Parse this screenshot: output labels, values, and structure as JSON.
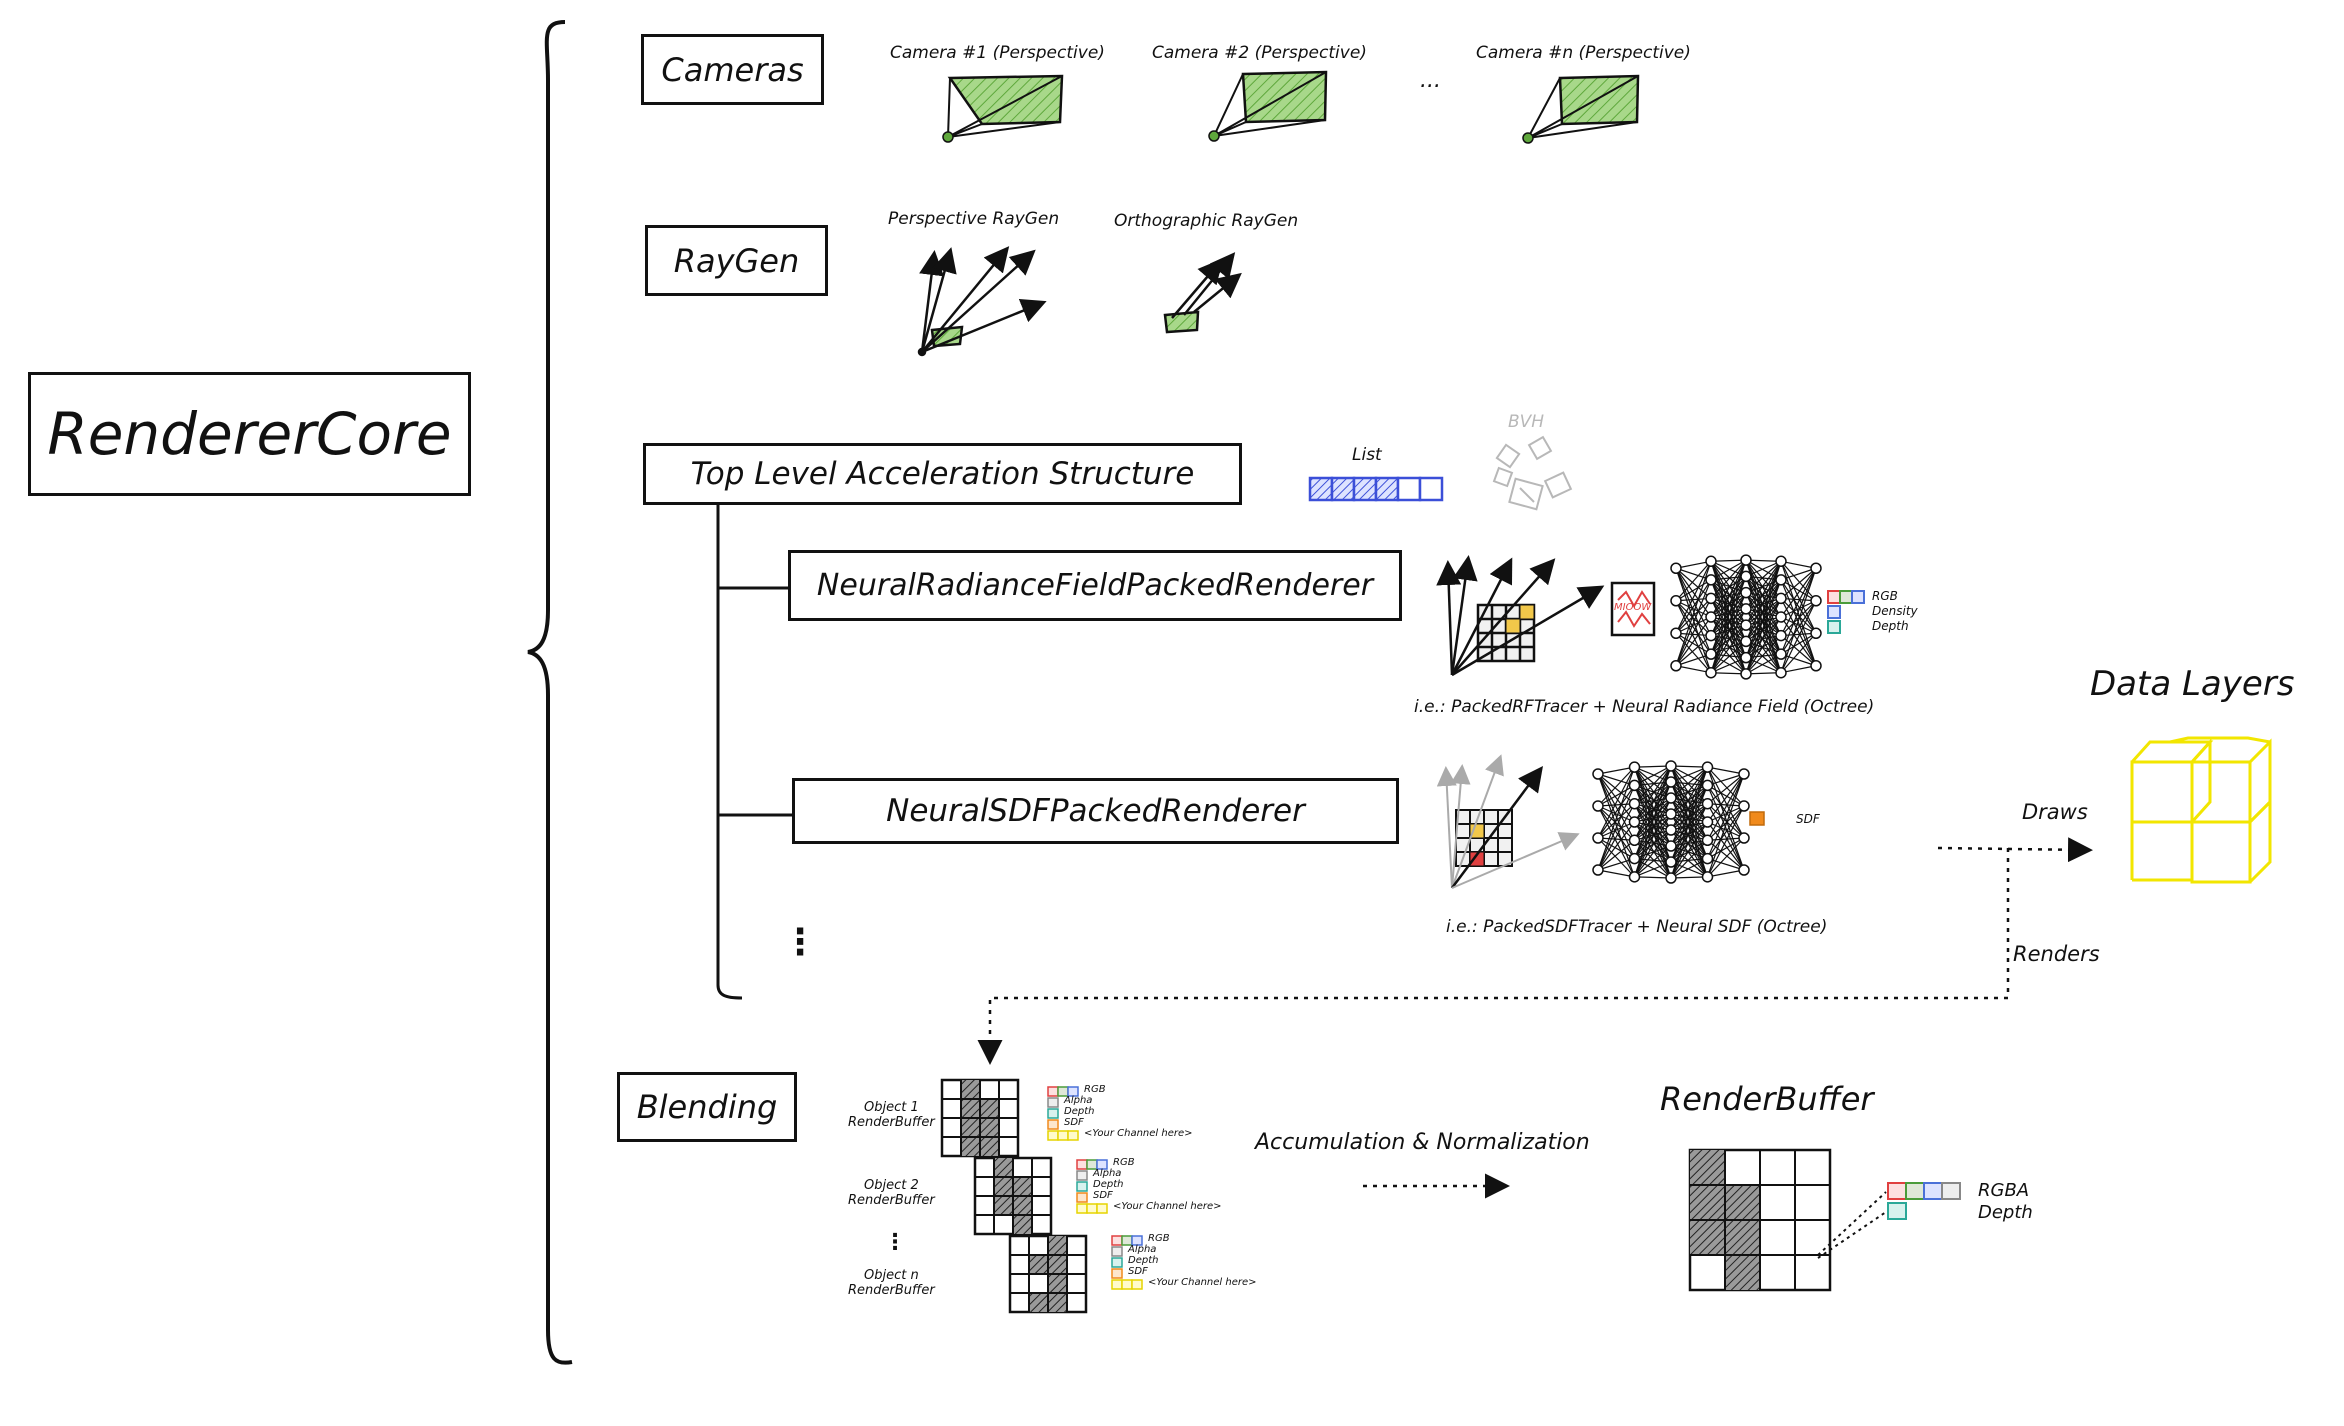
{
  "title": "RendererCore",
  "sections": {
    "cameras": "Cameras",
    "raygen": "RayGen",
    "tlas": "Top Level Acceleration Structure",
    "blending": "Blending"
  },
  "cameras": {
    "cam1": "Camera #1 (Perspective)",
    "cam2": "Camera #2 (Perspective)",
    "ellipsis": "...",
    "camn": "Camera #n (Perspective)"
  },
  "raygen": {
    "perspective": "Perspective RayGen",
    "orthographic": "Orthographic RayGen"
  },
  "tlas": {
    "list": "List",
    "bvh": "BVH"
  },
  "renderers": {
    "nerf": "NeuralRadianceFieldPackedRenderer",
    "nerf_caption": "i.e.: PackedRFTracer + Neural Radiance Field (Octree)",
    "nerf_outputs": [
      "RGB",
      "Density",
      "Depth"
    ],
    "nerf_code": "MIOOW",
    "sdf": "NeuralSDFPackedRenderer",
    "sdf_caption": "i.e.: PackedSDFTracer + Neural SDF (Octree)",
    "sdf_output": "SDF",
    "more": "⋮"
  },
  "data_layers": {
    "title": "Data Layers",
    "draws": "Draws",
    "renders": "Renders"
  },
  "blending": {
    "objects": [
      {
        "line1": "Object 1",
        "line2": "RenderBuffer"
      },
      {
        "line1": "Object 2",
        "line2": "RenderBuffer"
      },
      {
        "line1": "Object n",
        "line2": "RenderBuffer"
      }
    ],
    "object_dots": "⋮",
    "channels": [
      "RGB",
      "Alpha",
      "Depth",
      "SDF",
      "<Your Channel here>"
    ],
    "accumulation": "Accumulation & Normalization"
  },
  "renderbuffer": {
    "title": "RenderBuffer",
    "channels": [
      "RGBA",
      "Depth"
    ]
  },
  "colors": {
    "ink": "#111111",
    "camera_fill": "#a8d88a",
    "camera_hatch": "#5fa83c",
    "list_blue": "#3b4fd8",
    "bvh_gray": "#b8b8b8",
    "data_layers_yellow": "#f2e600",
    "sdf_orange": "#f08a1c",
    "red": "#e04040",
    "blue": "#4a70d8",
    "teal": "#2aa898",
    "yellow": "#f2e600"
  }
}
